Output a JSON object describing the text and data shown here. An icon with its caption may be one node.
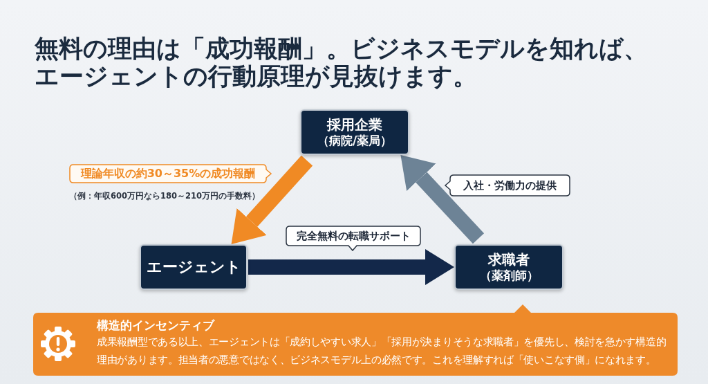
{
  "diagram": {
    "title": "無料の理由は「成功報酬」。ビジネスモデルを知れば、エージェントの行動原理が見抜けます。",
    "nodes": [
      {
        "text": [
          "採用企業",
          "（病院/薬局）"
        ]
      },
      {
        "text": [
          "エージェント"
        ]
      },
      {
        "text": [
          "求職者",
          "（薬剤師）"
        ]
      },
      {
        "text": [
          "構造的インセンティブ",
          "成果報酬型である以上、エージェントは「成約しやすい求人」「採用が決まりそうな求職者」を優先し、検討を急かす構造的理由があります。担当者の悪意ではなく、ビジネスモデル上の必然です。これを理解すれば「使いこなす側」になれます。"
        ]
      }
    ],
    "edges": [
      {
        "from": 0,
        "to": 1,
        "arrow": "to",
        "label": "理論年収の約30～35%の成功報酬",
        "color": "#f08a24"
      },
      {
        "from": 1,
        "to": 2,
        "arrow": "to",
        "label": "完全無料の転職サポート",
        "color": "#13284a"
      },
      {
        "from": 2,
        "to": 0,
        "arrow": "to",
        "label": "入社・労働力の提供",
        "color": "#6d8396"
      }
    ],
    "labels": [
      "（例：年収600万円なら180～210万円の手数料）"
    ]
  }
}
